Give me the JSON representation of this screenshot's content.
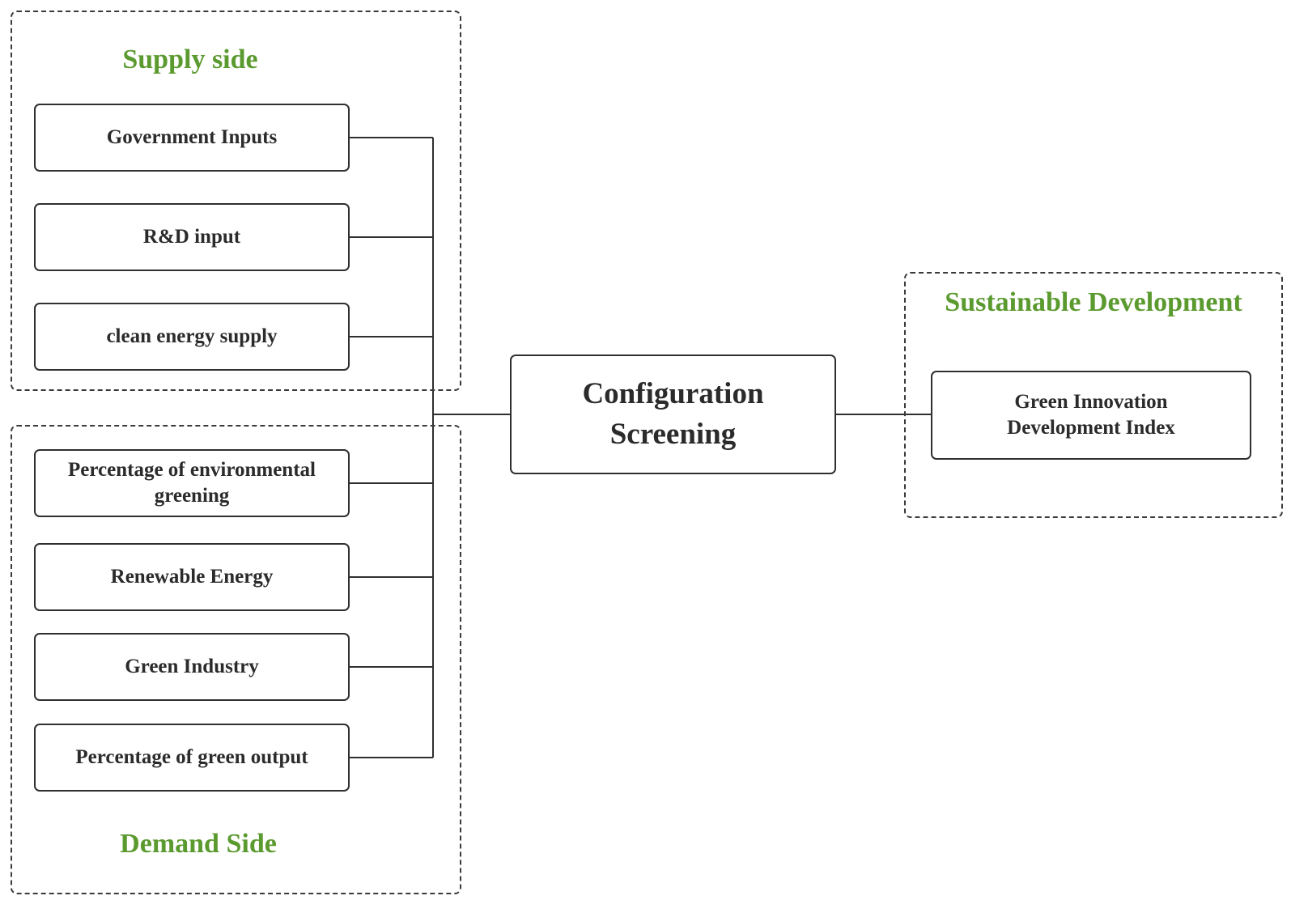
{
  "supply_group": {
    "title": "Supply side",
    "items": [
      "Government Inputs",
      "R&D input",
      "clean energy supply"
    ]
  },
  "demand_group": {
    "title": "Demand Side",
    "items": [
      "Percentage of environmental greening",
      "Renewable Energy",
      "Green Industry",
      "Percentage of green output"
    ]
  },
  "core": {
    "label": "Configuration Screening"
  },
  "outcome_group": {
    "title": "Sustainable Development",
    "items": [
      "Green Innovation Development Index"
    ]
  },
  "colors": {
    "group_title": "#5b9a2f",
    "border": "#2f2f2f",
    "text": "#2b2b2b"
  }
}
